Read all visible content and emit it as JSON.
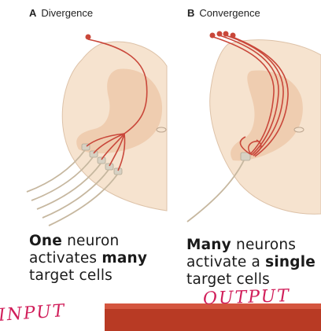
{
  "panels": {
    "divergence": {
      "letter": "A",
      "title": "Divergence"
    },
    "convergence": {
      "letter": "B",
      "title": "Convergence"
    }
  },
  "captions": {
    "left": {
      "bold1": "One",
      "text1": " neuron",
      "text2": "activates ",
      "bold2": "many",
      "text3": "target cells"
    },
    "right": {
      "bold1": "Many",
      "text1": " neurons",
      "text2": "activate a ",
      "bold2": "single",
      "text3": "target cells"
    }
  },
  "annotations": {
    "input": "INPUT",
    "output": "OUTPUT"
  },
  "colors": {
    "tissue": "#f6e3cf",
    "gray_matter": "#efcdb0",
    "neuron": "#c9473a",
    "target": "#d7d1c3",
    "axon": "#c6b79f",
    "accent_bar": "#b83a24",
    "handwriting": "#d11e5a"
  }
}
